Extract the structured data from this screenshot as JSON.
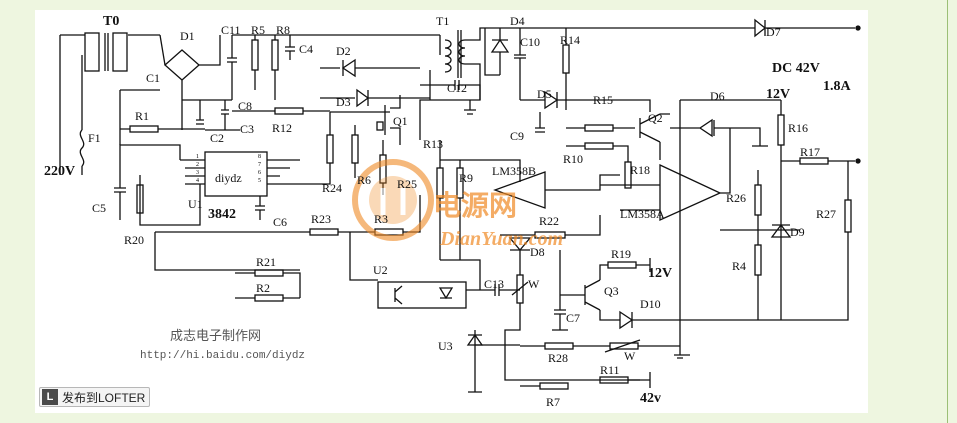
{
  "labels": {
    "t0": "T0",
    "t1": "T1",
    "d1": "D1",
    "c11": "C11",
    "r5": "R5",
    "r8": "R8",
    "c4": "C4",
    "d2": "D2",
    "d3": "D3",
    "d4": "D4",
    "c10": "C10",
    "r14": "R14",
    "d7": "D7",
    "dc42": "DC 42V",
    "a18": "1.8A",
    "v12_top": "12V",
    "c1": "C1",
    "c8": "C8",
    "c3": "C3",
    "c2": "C2",
    "r12": "R12",
    "q1": "Q1",
    "c12": "C12",
    "d5": "D5",
    "r15": "R15",
    "d6": "D6",
    "r16": "R16",
    "c9": "C9",
    "q2": "Q2",
    "r1": "R1",
    "f1": "F1",
    "v220": "220V",
    "u1": "U1",
    "diydz": "diydz",
    "ic3842": "3842",
    "c5": "C5",
    "c6": "C6",
    "r24": "R24",
    "r6": "R6",
    "r25": "R25",
    "r13": "R13",
    "r9": "R9",
    "lm358b": "LM358B",
    "r10": "R10",
    "r18": "R18",
    "r17": "R17",
    "lm358a": "LM358A",
    "r26": "R26",
    "r27": "R27",
    "r22": "R22",
    "d9": "D9",
    "r23": "R23",
    "r3": "R3",
    "d8": "D8",
    "r20": "R20",
    "r4": "R4",
    "r19": "R19",
    "v12_mid": "12V",
    "r21": "R21",
    "u2": "U2",
    "r2": "R2",
    "c13": "C13",
    "w1": "W",
    "q3": "Q3",
    "c7": "C7",
    "d10": "D10",
    "u3": "U3",
    "r28": "R28",
    "w2": "W",
    "r11": "R11",
    "r7": "R7",
    "v42": "42v",
    "pin8": "8",
    "pin7": "7",
    "pin6": "6",
    "pin5": "5",
    "pin1": "1",
    "pin2": "2",
    "pin3": "3",
    "pin4": "4"
  },
  "watermark": {
    "site_cn": "电源网",
    "site_en": "DianYuan.com",
    "author_cn": "成志电子制作网",
    "url": "http://hi.baidu.com/diydz"
  },
  "ui": {
    "lofter_icon": "L",
    "lofter_label": "发布到LOFTER"
  },
  "colors": {
    "wire": "#111111",
    "watermark_orange": "#f08a24",
    "page_bg": "#eef6e0",
    "paper": "#ffffff"
  }
}
